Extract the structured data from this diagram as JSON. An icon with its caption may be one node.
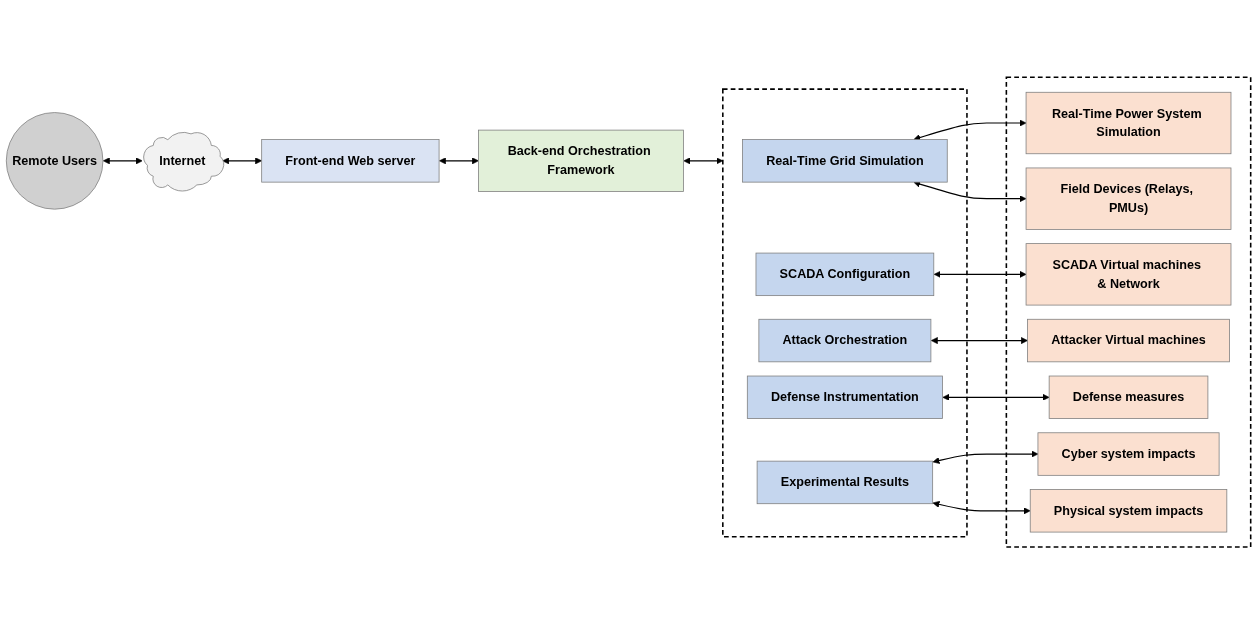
{
  "diagram": {
    "nodes": [
      {
        "text": [
          "Remote Users"
        ]
      },
      {
        "text": [
          "Internet"
        ]
      },
      {
        "text": [
          "Front-end Web server"
        ]
      },
      {
        "text": [
          "Back-end Orchestration Framework"
        ]
      },
      {
        "text": [],
        "shape": "box"
      },
      {
        "text": [
          "Real-Time Grid Simulation"
        ],
        "in": 4
      },
      {
        "text": [
          "SCADA Configuration"
        ],
        "in": 4
      },
      {
        "text": [
          "Attack Orchestration"
        ],
        "in": 4
      },
      {
        "text": [
          "Defense Instrumentation"
        ],
        "in": 4
      },
      {
        "text": [
          "Experimental Results"
        ],
        "in": 4
      },
      {
        "text": [],
        "shape": "box"
      },
      {
        "text": [
          "Real-Time Power System Simulation"
        ],
        "in": 10
      },
      {
        "text": [
          "Field Devices (Relays, PMUs)"
        ],
        "in": 10
      },
      {
        "text": [
          "SCADA Virtual machines & Network"
        ],
        "in": 10
      },
      {
        "text": [
          "Attacker Virtual machines"
        ],
        "in": 10
      },
      {
        "text": [
          "Defense measures"
        ],
        "in": 10
      },
      {
        "text": [
          "Cyber system impacts"
        ],
        "in": 10
      },
      {
        "text": [
          "Physical system impacts"
        ],
        "in": 10
      }
    ],
    "edges": [
      {
        "from": 0,
        "to": 1,
        "arrow": "both"
      },
      {
        "from": 1,
        "to": 2,
        "arrow": "both"
      },
      {
        "from": 2,
        "to": 3,
        "arrow": "both"
      },
      {
        "from": 3,
        "to": 4,
        "arrow": "both"
      },
      {
        "from": 5,
        "to": 11,
        "arrow": "both"
      },
      {
        "from": 5,
        "to": 12,
        "arrow": "both"
      },
      {
        "from": 6,
        "to": 13,
        "arrow": "both"
      },
      {
        "from": 7,
        "to": 14,
        "arrow": "both"
      },
      {
        "from": 8,
        "to": 15,
        "arrow": "both"
      },
      {
        "from": 9,
        "to": 16,
        "arrow": "both"
      },
      {
        "from": 9,
        "to": 17,
        "arrow": "both"
      }
    ]
  }
}
